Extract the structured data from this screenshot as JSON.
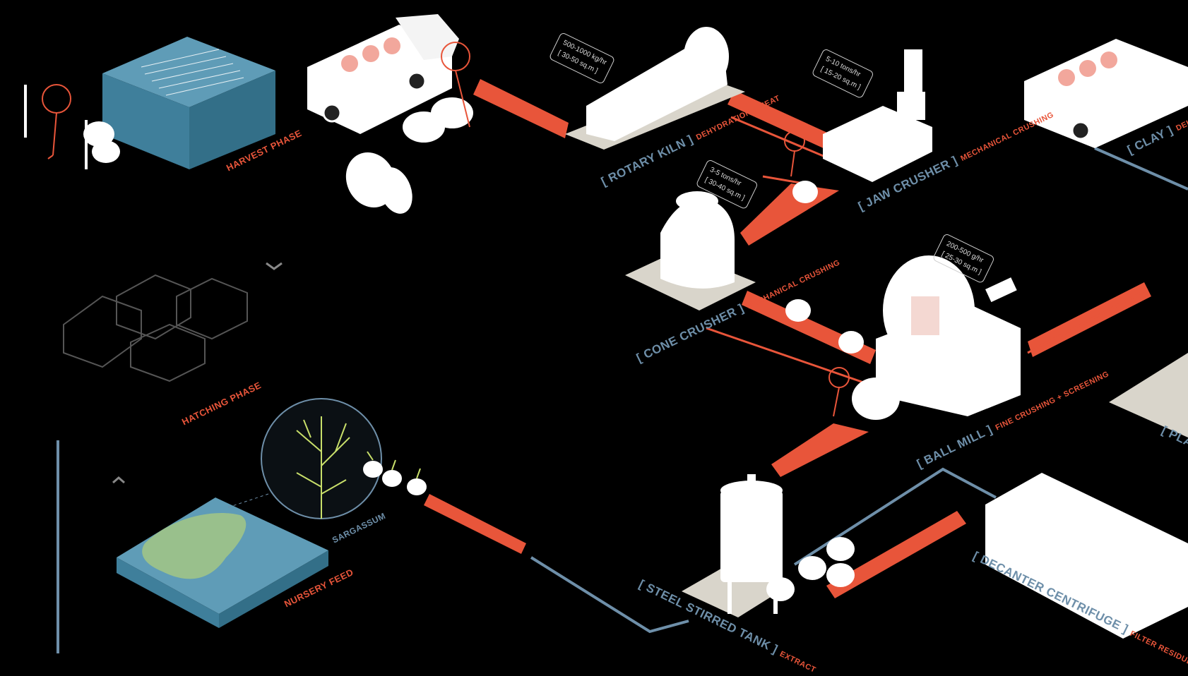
{
  "colors": {
    "background": "#000000",
    "conveyor": "#e8553a",
    "flow_line": "#6e8fa9",
    "machine": "#ffffff",
    "platform": "#d9d5cb",
    "water": "#3f7f9b",
    "algae": "#c8df6a"
  },
  "phases": {
    "harvest": "HARVEST PHASE",
    "hatching": "HATCHING PHASE",
    "nursery": "NURSERY FEED",
    "sargassum": "SARGASSUM"
  },
  "machines": {
    "rotary_kiln": {
      "name": "[ ROTARY KILN ]",
      "process": "DEHYDRATION + HEAT",
      "rate": "500-1000 kg/hr",
      "area": "[ 30-50 sq.m ]"
    },
    "jaw_crusher": {
      "name": "[ JAW CRUSHER ]",
      "process": "MECHANICAL CRUSHING",
      "rate": "5-10 tons/hr",
      "area": "[ 15-20 sq.m ]"
    },
    "cone_crusher": {
      "name": "[ CONE CRUSHER ]",
      "process": "MECHANICAL CRUSHING",
      "rate": "3-5 tons/hr",
      "area": "[ 30-40 sq.m ]"
    },
    "ball_mill": {
      "name": "[ BALL MILL ]",
      "process": "FINE CRUSHING + SCREENING",
      "rate": "200-500 g/hr",
      "area": "[ 25-30 sq.m ]"
    },
    "steel_tank": {
      "name": "[ STEEL STIRRED TANK ]",
      "process": "EXTRACT"
    },
    "decanter": {
      "name": "[ DECANTER CENTRIFUGE ]",
      "process": "FILTER RESIDUE"
    },
    "clay": {
      "name": "[ CLAY ]",
      "process": "DELIVERED"
    },
    "plant": {
      "name": "[ PLA"
    }
  },
  "icons": {
    "chevron_down": "chevron-down-icon",
    "chevron_up": "chevron-up-icon"
  }
}
